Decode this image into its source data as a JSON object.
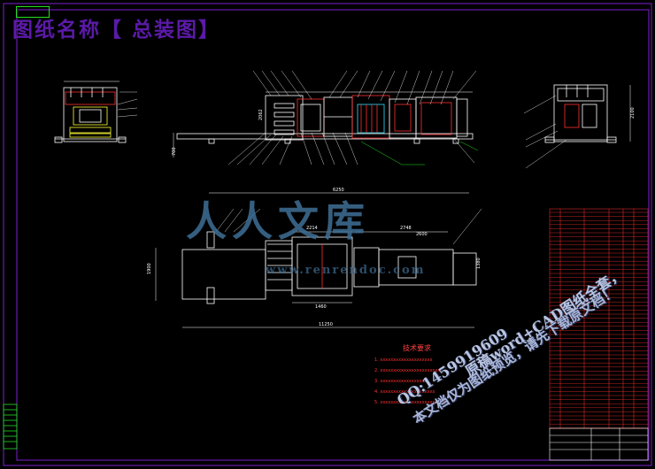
{
  "drawing": {
    "title": "图纸名称【 总装图】"
  },
  "watermark": {
    "logo_text": "人人文库",
    "url_text": "www.renrendoc.com"
  },
  "promo": {
    "line1": "原稿word+CAD图纸全套，",
    "line2": "QQ:1459919609",
    "line3": "本文档仅为图纸预览，请先下载原文档！"
  },
  "notes": {
    "title": "技术要求",
    "items": [
      "1. xxxxxxxxxxxxxxxxxxxx",
      "2. xxxxxxxxxxxxxxxxxxxxxxx",
      "3. xxxxxxxxxxxxxxxxxx",
      "4. xxxxxxxxxxxxxxxxxxxxx",
      "5. xxxxxxxxxxxxxxxxxxxxxxxxx"
    ]
  },
  "dimensions": {
    "top_width": "6250",
    "left_height": "1900",
    "upper_seg": "2748",
    "upper_seg2": "2600",
    "left_seg": "2214",
    "lower_seg": "1460",
    "total_width": "11250",
    "side_height": "2100",
    "right_width": "1380",
    "small_height": "700",
    "front_height": "2062"
  },
  "colors": {
    "background": "#000000",
    "frame": "#7b1fd1",
    "line_white": "#ffffff",
    "line_green": "#22e022",
    "line_red": "#ff3030",
    "line_yellow": "#ffff33",
    "line_cyan": "#33e0ff",
    "title_purple": "#5b1aa8",
    "watermark": "#3f6f96"
  }
}
